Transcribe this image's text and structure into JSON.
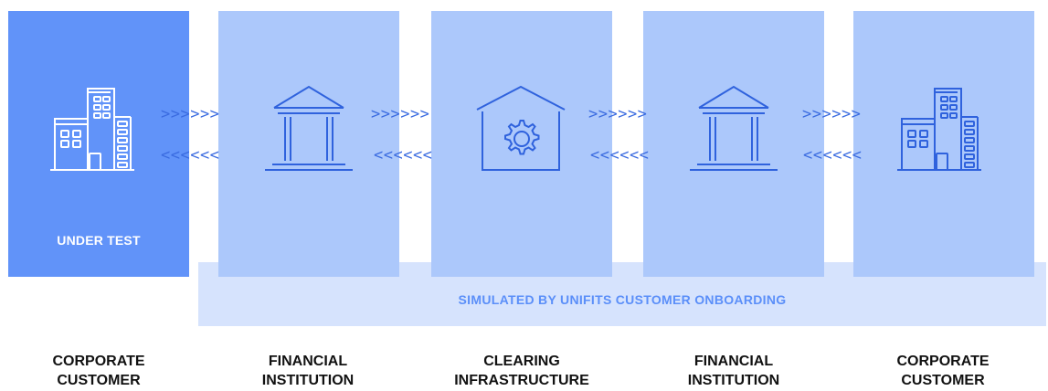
{
  "flow": {
    "forward_arrows": ">>>>>>",
    "backward_arrows": "<<<<<<"
  },
  "under_test_label": "UNDER TEST",
  "simulated_label": "SIMULATED BY UNIFITS CUSTOMER ONBOARDING",
  "nodes": [
    {
      "line1": "CORPORATE",
      "line2": "CUSTOMER",
      "icon": "office-building-icon"
    },
    {
      "line1": "FINANCIAL",
      "line2": "INSTITUTION",
      "icon": "bank-icon"
    },
    {
      "line1": "CLEARING",
      "line2": "INFRASTRUCTURE",
      "icon": "gear-house-icon"
    },
    {
      "line1": "FINANCIAL",
      "line2": "INSTITUTION",
      "icon": "bank-icon"
    },
    {
      "line1": "CORPORATE",
      "line2": "CUSTOMER",
      "icon": "office-building-icon"
    }
  ],
  "colors": {
    "under_test": "#6193f9",
    "simulated_box": "#acc8fb",
    "simulated_band": "#d6e3fd",
    "accent_text": "#5b8ff9",
    "icon_stroke": "#2f62dd"
  }
}
